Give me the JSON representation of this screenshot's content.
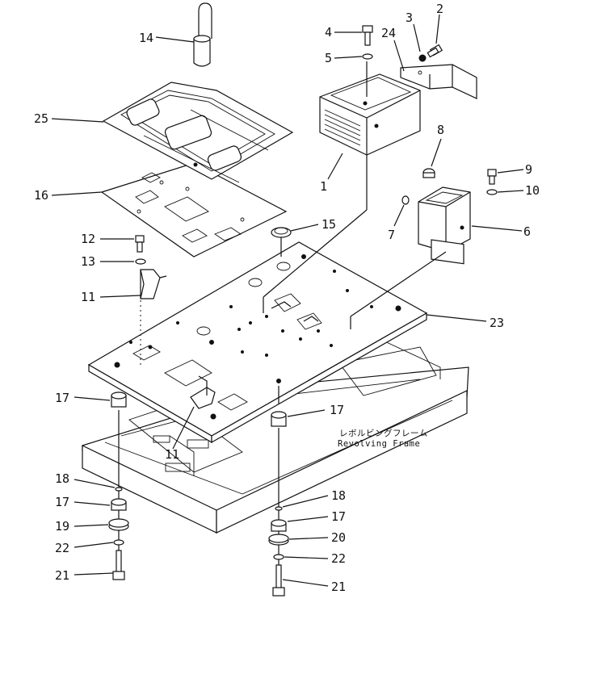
{
  "callouts": [
    {
      "id": "c14",
      "text": "14"
    },
    {
      "id": "c25",
      "text": "25"
    },
    {
      "id": "c16",
      "text": "16"
    },
    {
      "id": "c4",
      "text": "4"
    },
    {
      "id": "c5",
      "text": "5"
    },
    {
      "id": "c24",
      "text": "24"
    },
    {
      "id": "c3",
      "text": "3"
    },
    {
      "id": "c2",
      "text": "2"
    },
    {
      "id": "c1",
      "text": "1"
    },
    {
      "id": "c8",
      "text": "8"
    },
    {
      "id": "c9",
      "text": "9"
    },
    {
      "id": "c10",
      "text": "10"
    },
    {
      "id": "c7",
      "text": "7"
    },
    {
      "id": "c6",
      "text": "6"
    },
    {
      "id": "c15",
      "text": "15"
    },
    {
      "id": "c12",
      "text": "12"
    },
    {
      "id": "c13",
      "text": "13"
    },
    {
      "id": "c11a",
      "text": "11"
    },
    {
      "id": "c23",
      "text": "23"
    },
    {
      "id": "c17a",
      "text": "17"
    },
    {
      "id": "c17b",
      "text": "17"
    },
    {
      "id": "c11b",
      "text": "11"
    },
    {
      "id": "c18a",
      "text": "18"
    },
    {
      "id": "c17c",
      "text": "17"
    },
    {
      "id": "c19",
      "text": "19"
    },
    {
      "id": "c22a",
      "text": "22"
    },
    {
      "id": "c21a",
      "text": "21"
    },
    {
      "id": "c18b",
      "text": "18"
    },
    {
      "id": "c17d",
      "text": "17"
    },
    {
      "id": "c20",
      "text": "20"
    },
    {
      "id": "c22b",
      "text": "22"
    },
    {
      "id": "c21b",
      "text": "21"
    }
  ],
  "frame_note": {
    "japanese": "レボルビングフレーム",
    "english": "Revolving  Frame"
  }
}
